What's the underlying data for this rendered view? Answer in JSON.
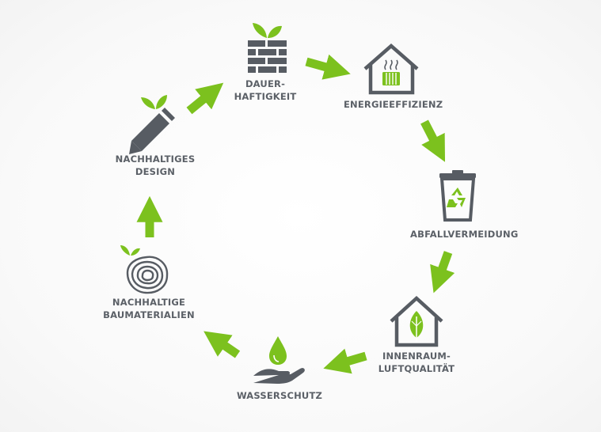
{
  "colors": {
    "accent": "#7cc11e",
    "icon": "#575c63",
    "text": "#5b6067"
  },
  "nodes": {
    "dauerhaftigkeit": {
      "icon": "brick-wall-with-sprout-icon",
      "label": [
        "DAUER-",
        "HAFTIGKEIT"
      ]
    },
    "energieeffizienz": {
      "icon": "house-with-radiator-icon",
      "label": [
        "ENERGIEEFFIZIENZ"
      ]
    },
    "abfallvermeidung": {
      "icon": "recycling-bin-icon",
      "label": [
        "ABFALLVERMEIDUNG"
      ]
    },
    "innenraum": {
      "icon": "house-with-leaf-icon",
      "label": [
        "INNENRAUM-",
        "LUFTQUALITÄT"
      ]
    },
    "wasserschutz": {
      "icon": "hand-with-water-drop-icon",
      "label": [
        "WASSERSCHUTZ"
      ]
    },
    "baumaterialien": {
      "icon": "tree-rings-with-sprout-icon",
      "label": [
        "NACHHALTIGE",
        "BAUMATERIALIEN"
      ]
    },
    "design": {
      "icon": "pencil-with-sprout-icon",
      "label": [
        "NACHHALTIGES",
        "DESIGN"
      ]
    }
  }
}
